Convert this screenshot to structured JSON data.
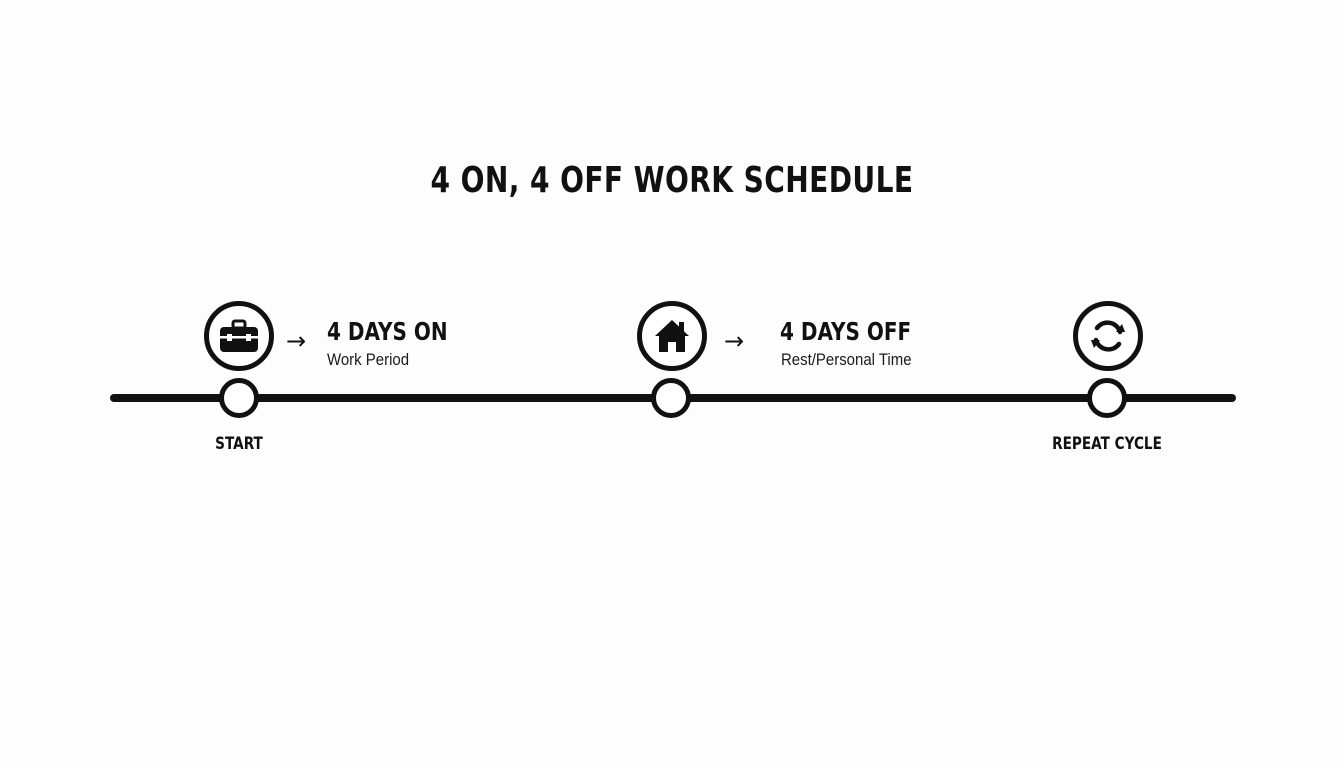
{
  "diagram": {
    "title": "4 ON, 4 OFF WORK SCHEDULE",
    "segments": [
      {
        "icon": "briefcase-icon",
        "arrow": "→",
        "title": "4 DAYS ON",
        "subtitle": "Work Period"
      },
      {
        "icon": "home-icon",
        "arrow": "→",
        "title": "4 DAYS OFF",
        "subtitle": "Rest/Personal Time"
      },
      {
        "icon": "repeat-cycle-icon"
      }
    ],
    "nodes": [
      {
        "label": "START"
      },
      {
        "label": ""
      },
      {
        "label": "REPEAT CYCLE"
      }
    ],
    "colors": {
      "line": "#111111",
      "background": "#fdfdfd"
    }
  }
}
